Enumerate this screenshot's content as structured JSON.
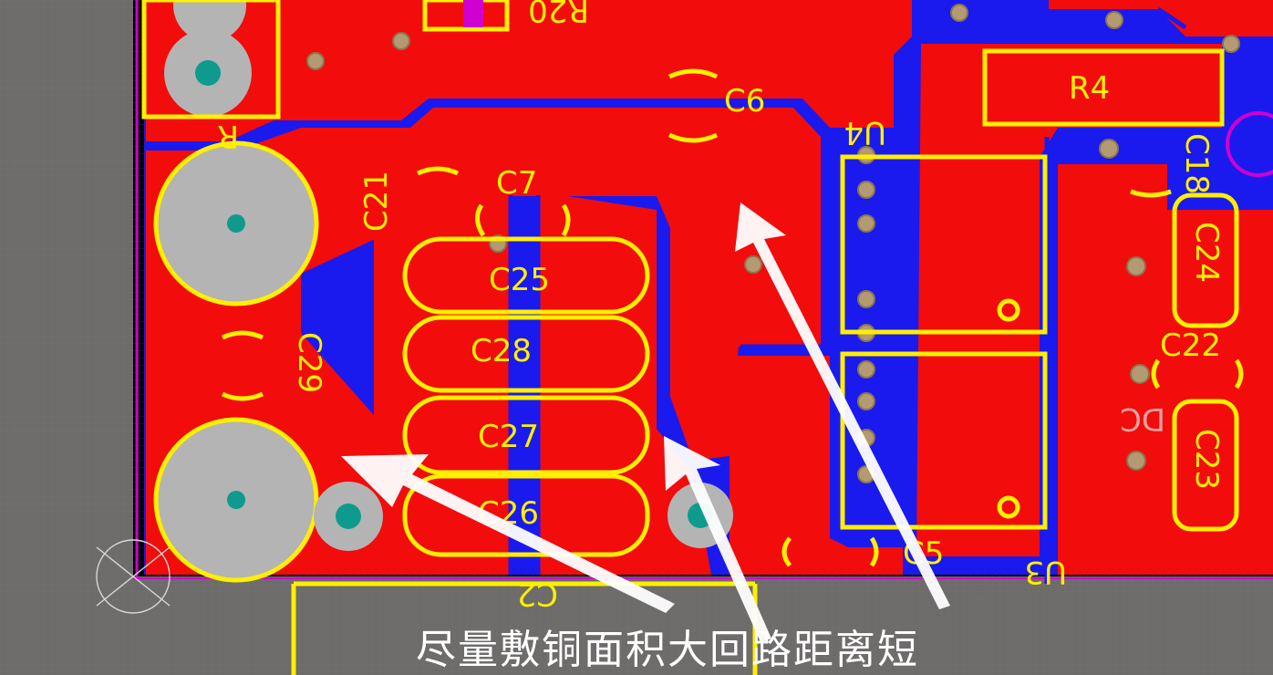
{
  "colors": {
    "background": "#6e6b6b",
    "top_copper": "#f20c0c",
    "bottom_copper": "#1a1aee",
    "silkscreen": "#ffef00",
    "pad": "#b4b4b4",
    "via_hole": "#0e9b8e",
    "board_edge": "#d000d0",
    "annotation_arrow": "#ffffff"
  },
  "designators": {
    "R": "R",
    "R20": "R20",
    "R4": "R4",
    "C6": "C6",
    "U4": "U4",
    "C18": "C18",
    "C21": "C21",
    "C7": "C7",
    "C24": "C24",
    "C25": "C25",
    "C28": "C28",
    "C29": "C29",
    "C22": "C22",
    "C27": "C27",
    "C23": "C23",
    "C26": "C26",
    "C2": "C2",
    "C5": "C5",
    "U3": "U3",
    "DC": "DC"
  },
  "annotation": {
    "caption": "尽量敷铜面积大回路距离短"
  }
}
